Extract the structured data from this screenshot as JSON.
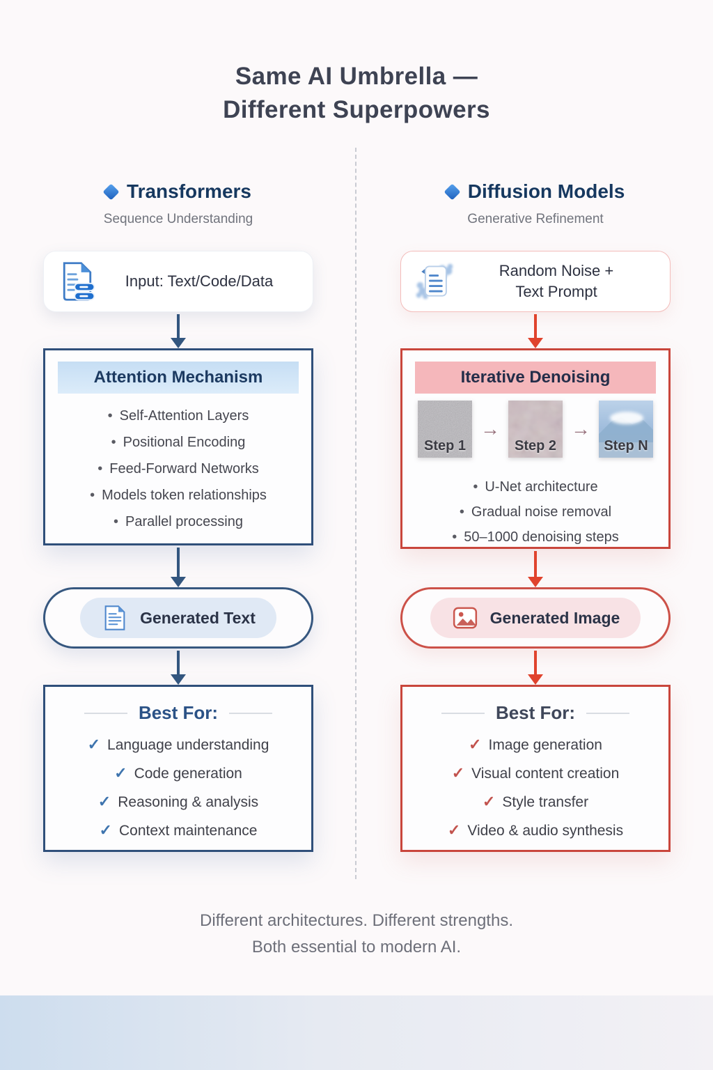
{
  "title": {
    "text": "Same AI Umbrella —\nDifferent Superpowers"
  },
  "icons": {
    "bullet": "•",
    "check": "✓",
    "arrow_right": "→"
  },
  "columns": {
    "left": {
      "name": "Transformers",
      "subtitle": "Sequence Understanding",
      "input_label": "Input: Text/Code/Data",
      "accent_color": "#2f4f7a",
      "mechanism": {
        "title": "Attention Mechanism",
        "bullets": [
          "Self-Attention Layers",
          "Positional Encoding",
          "Feed-Forward Networks",
          "Models token relationships",
          "Parallel processing"
        ]
      },
      "output_label": "Generated Text",
      "best_for": {
        "title": "Best For:",
        "items": [
          "Language understanding",
          "Code generation",
          "Reasoning & analysis",
          "Context maintenance"
        ]
      }
    },
    "right": {
      "name": "Diffusion Models",
      "subtitle": "Generative Refinement",
      "input_label": "Random Noise +\nText Prompt",
      "accent_color": "#c9463c",
      "mechanism": {
        "title": "Iterative Denoising",
        "steps": [
          "Step 1",
          "Step 2",
          "Step N"
        ],
        "bullets": [
          "U-Net architecture",
          "Gradual noise removal",
          "50–1000 denoising steps"
        ]
      },
      "output_label": "Generated Image",
      "best_for": {
        "title": "Best For:",
        "items": [
          "Image generation",
          "Visual content creation",
          "Style transfer",
          "Video & audio synthesis"
        ]
      }
    }
  },
  "footer": {
    "text": "Different architectures. Different strengths.\nBoth essential to modern AI."
  }
}
